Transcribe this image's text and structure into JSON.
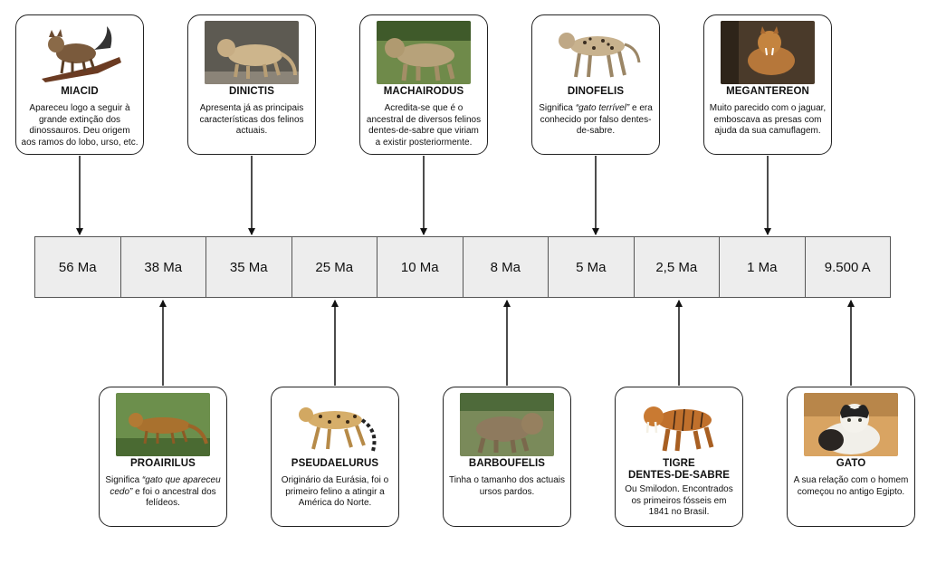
{
  "timeline": [
    "56 Ma",
    "38 Ma",
    "35 Ma",
    "25 Ma",
    "10 Ma",
    "8 Ma",
    "5 Ma",
    "2,5 Ma",
    "1 Ma",
    "9.500 A"
  ],
  "cards": {
    "miacid": {
      "name": "MIACID",
      "desc": "Apareceu logo a seguir à grande extinção dos dinossauros. Deu origem aos ramos do lobo, urso, etc.",
      "picture": "miacid-illustration"
    },
    "dinictis": {
      "name": "DINICTIS",
      "desc": "Apresenta já as principais características dos felinos actuais.",
      "picture": "dinictis-illustration"
    },
    "machairodus": {
      "name": "MACHAIRODUS",
      "desc": "Acredita-se que é o ancestral de diversos felinos dentes-de-sabre que viriam a existir posteriormente.",
      "picture": "machairodus-illustration"
    },
    "dinofelis": {
      "name": "DINOFELIS",
      "desc_before": "Significa ",
      "desc_italic": "“gato terrível”",
      "desc_after": " e era conhecido por falso dentes-de-sabre.",
      "picture": "dinofelis-illustration"
    },
    "megantereon": {
      "name": "MEGANTEREON",
      "desc": "Muito parecido com o jaguar, emboscava as presas com ajuda da sua camuflagem.",
      "picture": "megantereon-illustration"
    },
    "proairilus": {
      "name": "PROAIRILUS",
      "desc_before": "Significa ",
      "desc_italic": "“gato que apareceu cedo”",
      "desc_after": " e foi o ancestral dos felídeos.",
      "picture": "proairilus-illustration"
    },
    "pseudaelurus": {
      "name": "PSEUDAELURUS",
      "desc": "Originário da Eurásia, foi o primeiro felino a atingir a América do Norte.",
      "picture": "pseudaelurus-illustration"
    },
    "barboufelis": {
      "name": "BARBOUFELIS",
      "desc": "Tinha o tamanho dos actuais ursos pardos.",
      "picture": "barboufelis-illustration"
    },
    "tigre": {
      "name": "TIGRE\nDENTES-DE-SABRE",
      "desc": "Ou Smilodon. Encontrados os primeiros fósseis em 1841 no Brasil.",
      "picture": "smilodon-illustration"
    },
    "gato": {
      "name": "GATO",
      "desc": "A sua relação com o homem começou no antigo Egipto.",
      "picture": "domestic-cat-photo"
    }
  },
  "colors": {
    "timeline_fill": "#ededed",
    "border": "#222222",
    "arrow": "#111111"
  }
}
